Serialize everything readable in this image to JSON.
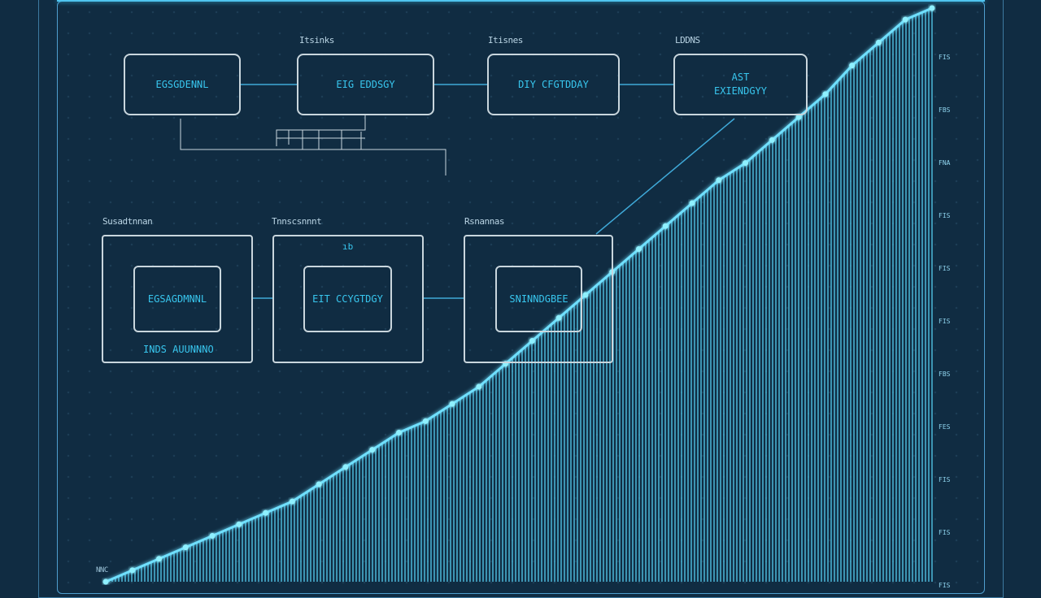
{
  "colors": {
    "background": "#102c42",
    "accent": "#38c6ee",
    "box_border": "#c9d6dd",
    "bar_fill": "#53c6e8"
  },
  "top_row": {
    "header_labels": [
      "Itsinks",
      "Itisnes",
      "LDDNS"
    ],
    "nodes": [
      {
        "label": "EGSGDENNL"
      },
      {
        "label": "EIG EDDSGY"
      },
      {
        "label": "DIY CFGTDDAY"
      },
      {
        "label_line1": "AST",
        "label_line2": "EXIENDGYY"
      }
    ]
  },
  "middle_row": {
    "header_labels": [
      "Susadtnnan",
      "Tnnscsnnnt",
      "Rsnannas"
    ],
    "small_mark": "ıb",
    "panels": [
      {
        "inner": "EGSAGDMNNL",
        "caption": "INDS AUUNNNO"
      },
      {
        "inner": "EIT CCYGTDGY",
        "caption": ""
      },
      {
        "inner": "SNINNDGBEE",
        "caption": ""
      }
    ]
  },
  "chart_data": {
    "type": "area",
    "corner_label": "NNC",
    "x": [
      0,
      1,
      2,
      3,
      4,
      5,
      6,
      7,
      8,
      9,
      10,
      11,
      12,
      13,
      14,
      15,
      16,
      17,
      18,
      19,
      20,
      21,
      22,
      23,
      24,
      25,
      26,
      27,
      28,
      29,
      30,
      31
    ],
    "values": [
      0,
      2,
      4,
      6,
      8,
      10,
      12,
      14,
      17,
      20,
      23,
      26,
      28,
      31,
      34,
      38,
      42,
      46,
      50,
      54,
      58,
      62,
      66,
      70,
      73,
      77,
      81,
      85,
      90,
      94,
      98,
      100
    ],
    "ylim": [
      0,
      100
    ],
    "right_ticks": [
      "FIS",
      "FBS",
      "FNA",
      "FIS",
      "FIS",
      "FIS",
      "FBS",
      "FES",
      "FIS",
      "FIS",
      "FIS"
    ]
  }
}
